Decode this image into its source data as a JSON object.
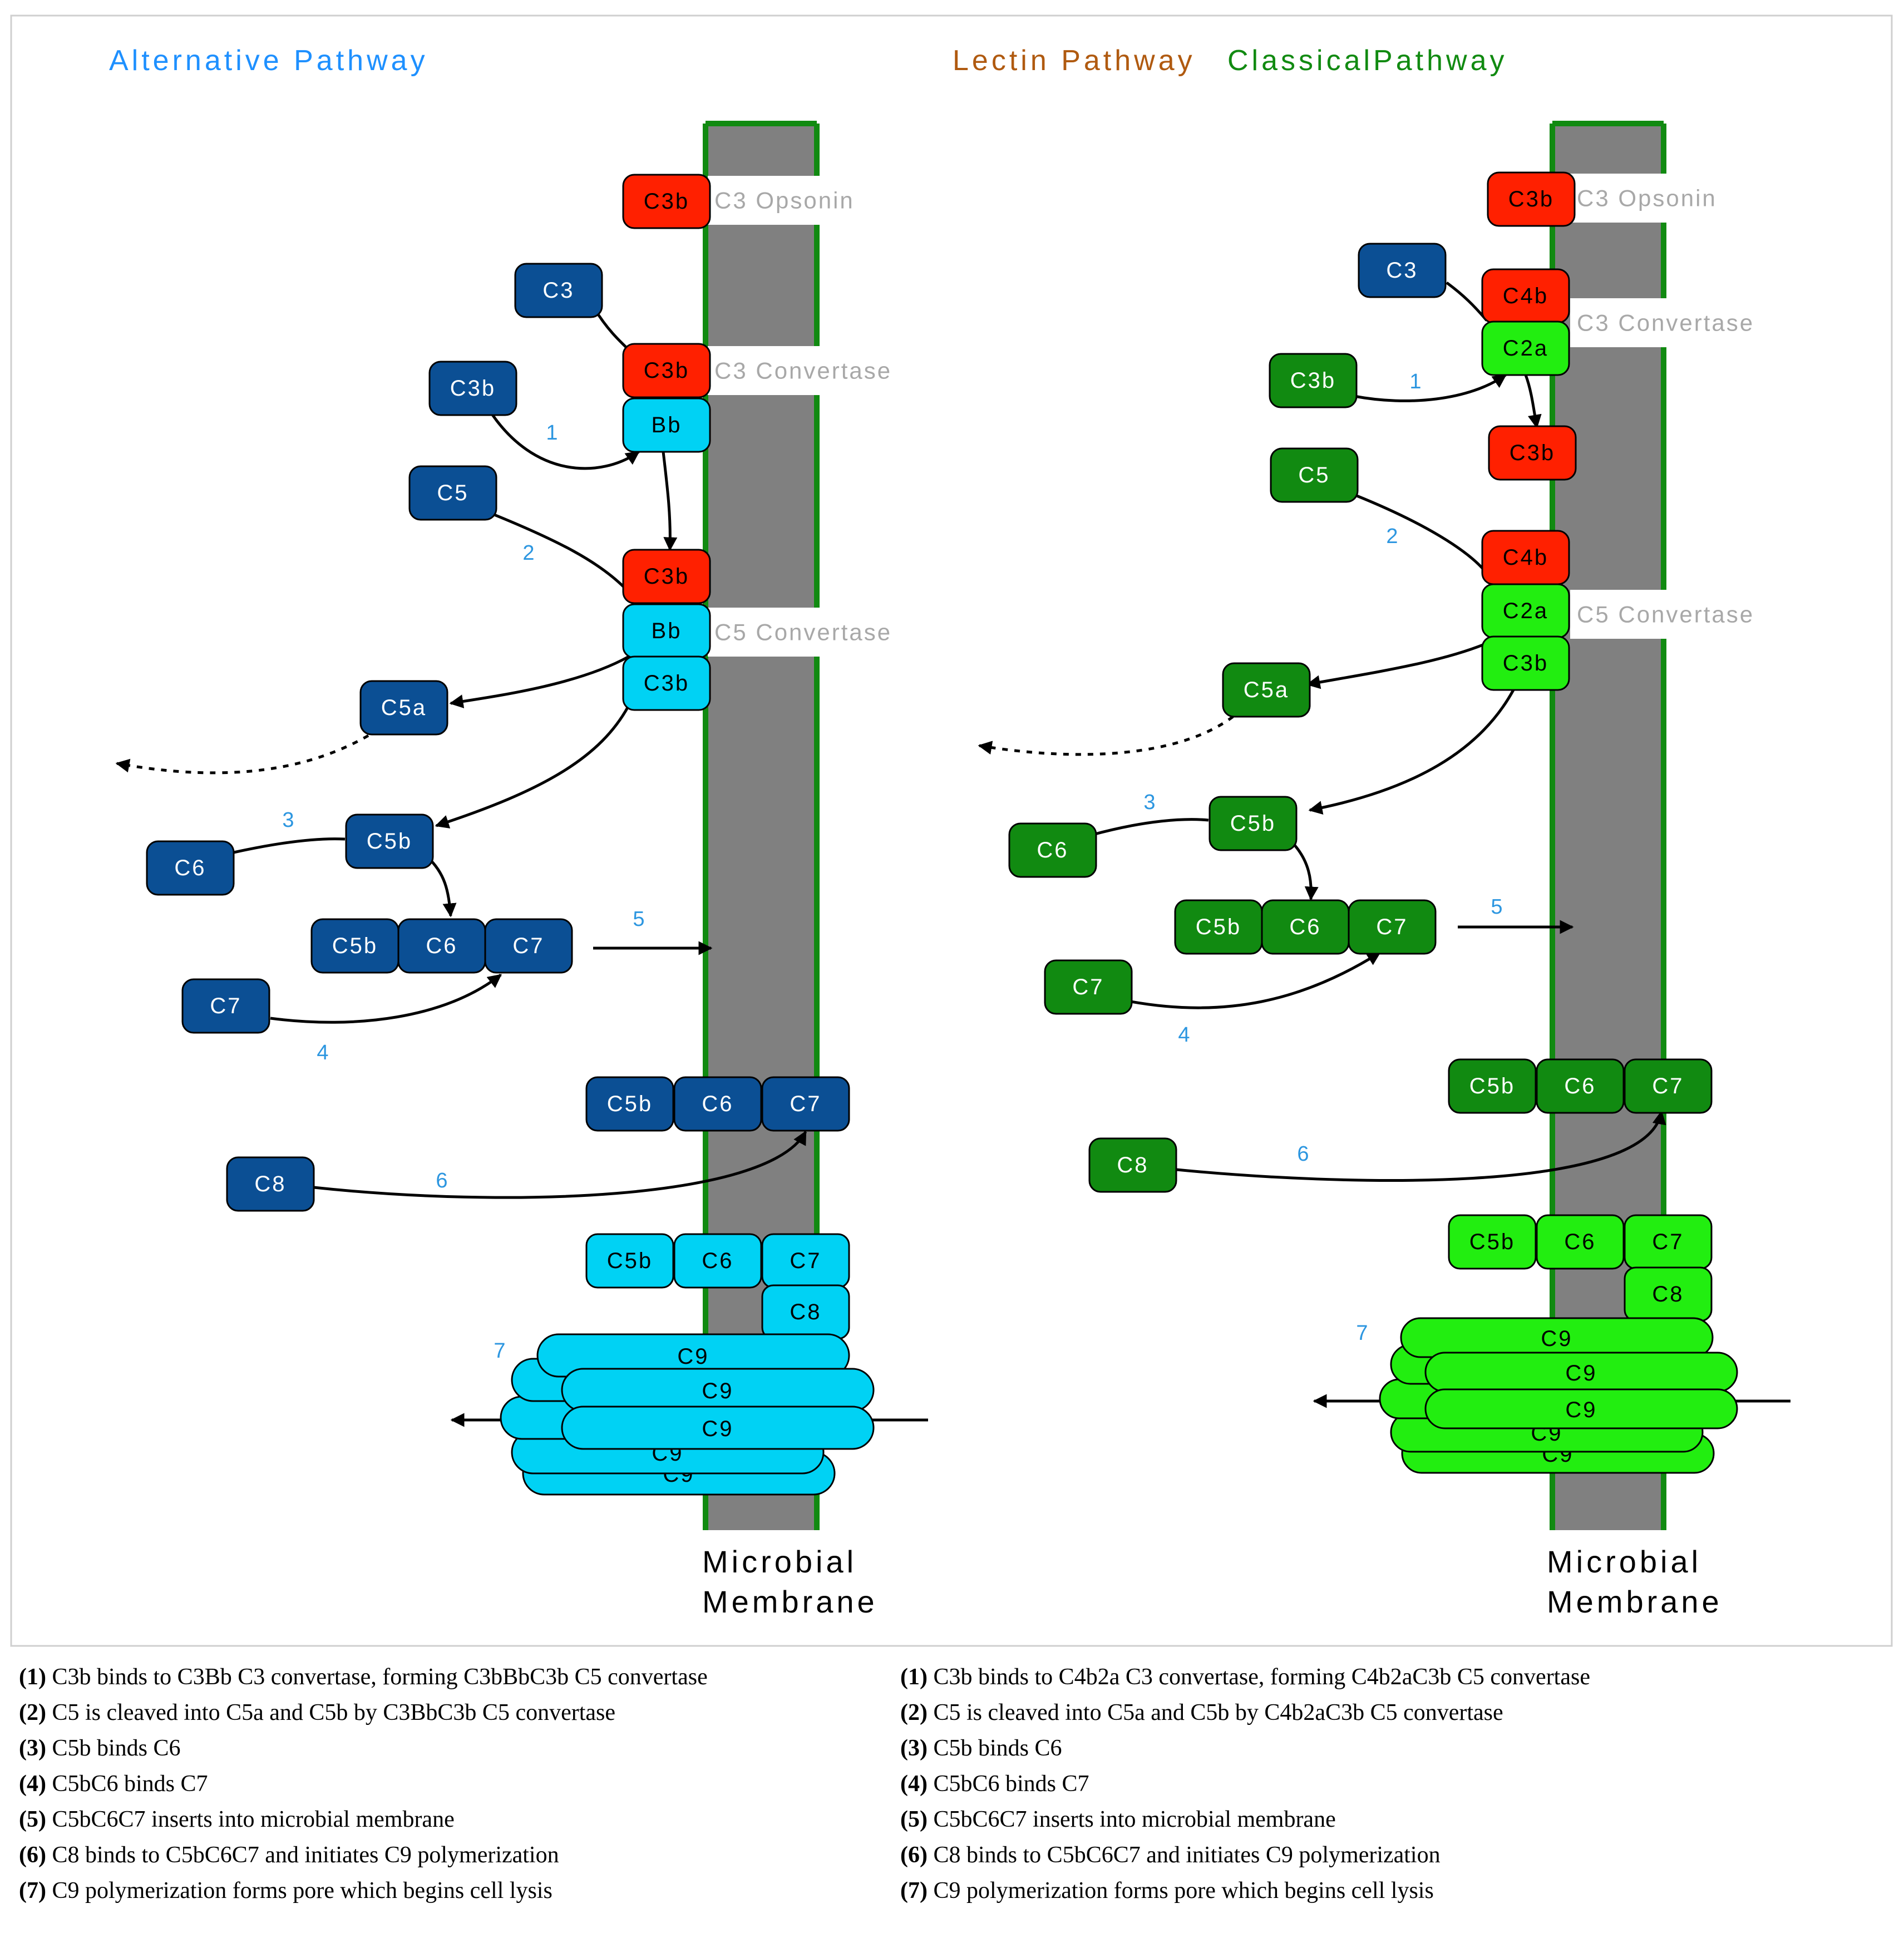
{
  "colors": {
    "alt_dark": "#0b4f94",
    "alt_light": "#00d2f4",
    "red": "#ff2000",
    "class_dark": "#118a11",
    "class_light": "#22ee10",
    "membrane": "#808080",
    "membrane_edge": "#118a11",
    "step_number": "#2c96e0",
    "convertase_label": "#a8a8a8",
    "title_alternative": "#1e90ff",
    "title_lectin": "#b05a10",
    "title_classical": "#118a11"
  },
  "titles": {
    "alternative": "Alternative Pathway",
    "lectin": "Lectin Pathway",
    "classical": "ClassicalPathway"
  },
  "membrane_label": {
    "line1": "Microbial",
    "line2": "Membrane"
  },
  "labels": {
    "opsonin": "C3 Opsonin",
    "c3_convertase": "C3 Convertase",
    "c5_convertase": "C5 Convertase"
  },
  "proteins": {
    "c3b": "C3b",
    "c3": "C3",
    "bb": "Bb",
    "c5": "C5",
    "c5a": "C5a",
    "c5b": "C5b",
    "c6": "C6",
    "c7": "C7",
    "c8": "C8",
    "c9": "C9",
    "c4b": "C4b",
    "c2a": "C2a"
  },
  "step_numbers": [
    "1",
    "2",
    "3",
    "4",
    "5",
    "6",
    "7"
  ],
  "legend_alternative": [
    {
      "num": "(1)",
      "text": " C3b binds to C3Bb C3 convertase, forming C3bBbC3b C5 convertase"
    },
    {
      "num": "(2)",
      "text": " C5 is cleaved into C5a and C5b by C3BbC3b C5 convertase"
    },
    {
      "num": "(3)",
      "text": " C5b binds C6"
    },
    {
      "num": "(4)",
      "text": " C5bC6 binds C7"
    },
    {
      "num": "(5)",
      "text": " C5bC6C7 inserts into microbial membrane"
    },
    {
      "num": "(6)",
      "text": " C8 binds to C5bC6C7 and initiates C9 polymerization"
    },
    {
      "num": "(7)",
      "text": " C9 polymerization forms pore which begins cell lysis"
    }
  ],
  "legend_classical": [
    {
      "num": "(1)",
      "text": " C3b binds to C4b2a C3 convertase, forming C4b2aC3b C5 convertase"
    },
    {
      "num": "(2)",
      "text": " C5 is cleaved into C5a and C5b by C4b2aC3b C5 convertase"
    },
    {
      "num": "(3)",
      "text": " C5b binds C6"
    },
    {
      "num": "(4)",
      "text": " C5bC6 binds C7"
    },
    {
      "num": "(5)",
      "text": " C5bC6C7 inserts into microbial membrane"
    },
    {
      "num": "(6)",
      "text": " C8 binds to C5bC6C7 and initiates C9 polymerization"
    },
    {
      "num": "(7)",
      "text": " C9 polymerization forms pore which begins cell lysis"
    }
  ]
}
